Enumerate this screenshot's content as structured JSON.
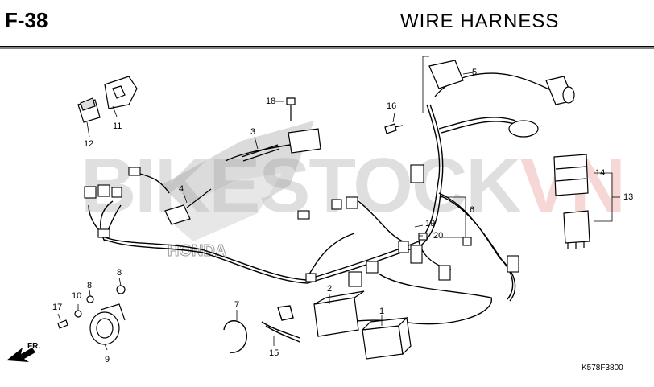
{
  "header": {
    "code": "F-38",
    "title": "WIRE  HARNESS"
  },
  "watermark": {
    "part1": "BIKESTOCK",
    "part2": "VN"
  },
  "brand_mark": "HONDA",
  "direction_label": "FR.",
  "diagram_code": "K578F3800",
  "callouts": {
    "c1": "1",
    "c2": "2",
    "c3": "3",
    "c4": "4",
    "c5": "5",
    "c6": "6",
    "c7": "7",
    "c8a": "8",
    "c8b": "8",
    "c9": "9",
    "c10": "10",
    "c11": "11",
    "c12": "12",
    "c13": "13",
    "c14": "14",
    "c15": "15",
    "c16": "16",
    "c17": "17",
    "c18": "18",
    "c19": "19",
    "c20": "20"
  }
}
